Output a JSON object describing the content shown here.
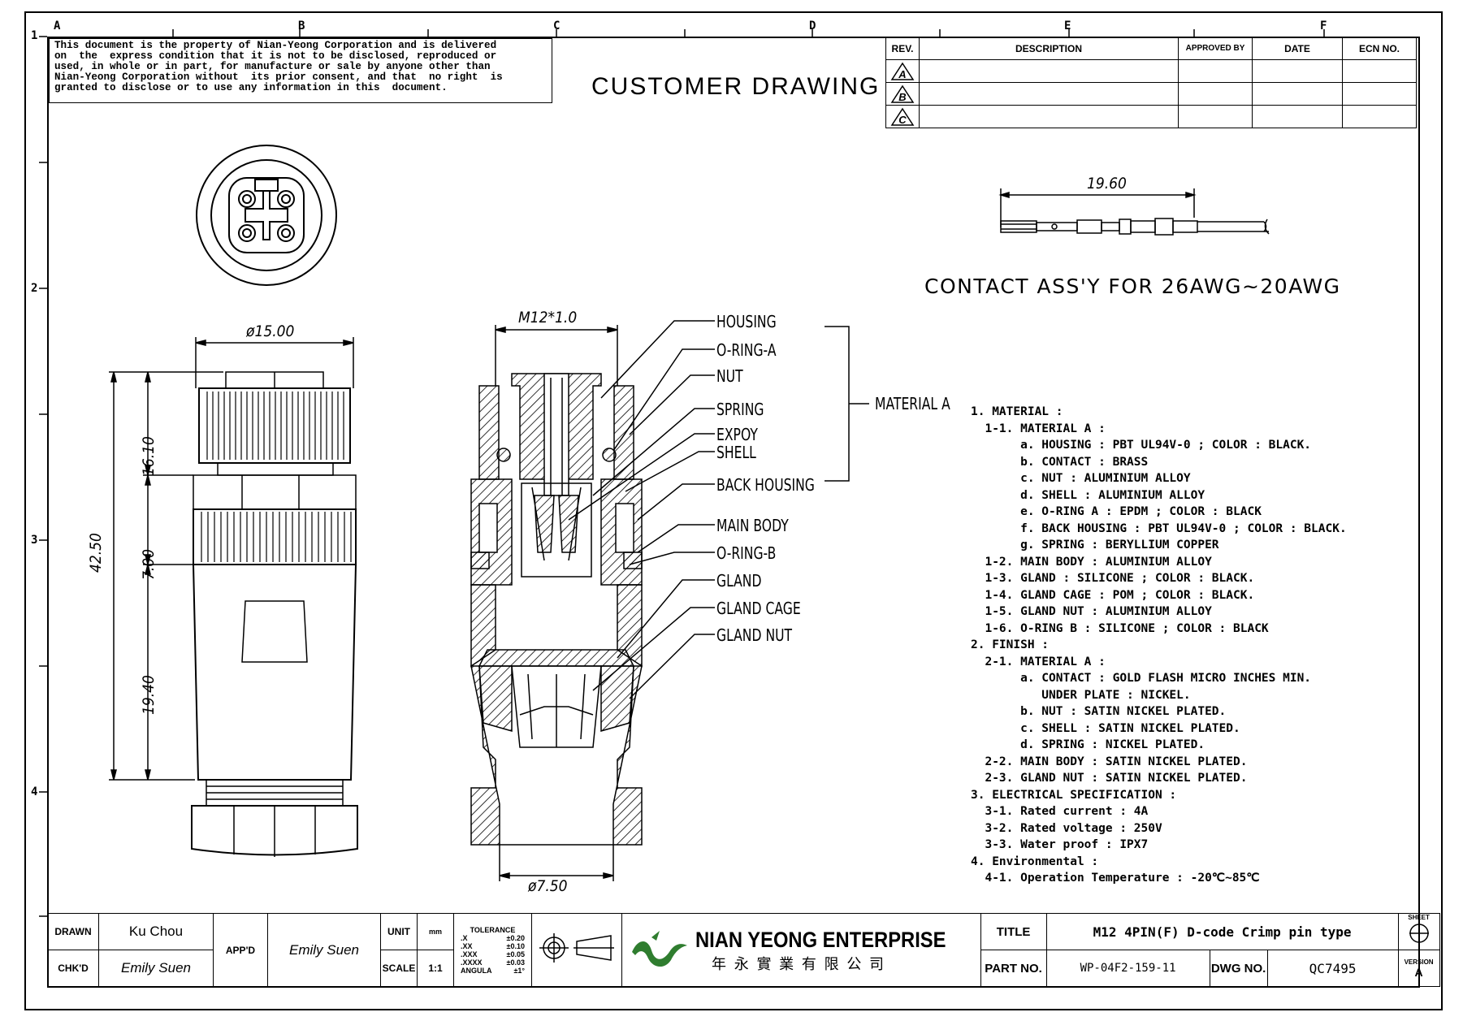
{
  "notice_lines": [
    "This document is the property of Nian-Yeong Corporation and is delivered",
    "on  the  express condition that it is not to be disclosed, reproduced or",
    "used, in whole or in part, for manufacture or sale by anyone other than",
    "Nian-Yeong Corporation without  its prior consent, and that  no right  is",
    "granted to disclose or to use any information in this  document."
  ],
  "drawing_title": "CUSTOMER  DRAWING",
  "zone_columns": [
    "A",
    "B",
    "C",
    "D",
    "E",
    "F"
  ],
  "zone_rows": [
    "1",
    "2",
    "3",
    "4"
  ],
  "revision_table": {
    "headers": [
      "REV.",
      "DESCRIPTION",
      "APPROVED BY",
      "DATE",
      "ECN NO."
    ],
    "revs": [
      "A",
      "B",
      "C"
    ]
  },
  "contact": {
    "dimension": "19.60",
    "title": "CONTACT  ASS'Y  FOR  26AWG~20AWG"
  },
  "side_view": {
    "diameter": "ø15.00",
    "overall_length": "42.50",
    "upper_length": "16.10",
    "middle_length": "7.00",
    "lower_length": "19.40"
  },
  "section_view": {
    "thread": "M12*1.0",
    "cable_diameter": "ø7.50",
    "callouts": [
      "HOUSING",
      "O-RING-A",
      "NUT",
      "SPRING",
      "EXPOY",
      "SHELL",
      "BACK HOUSING",
      "MAIN BODY",
      "O-RING-B",
      "GLAND",
      "GLAND CAGE",
      "GLAND NUT"
    ],
    "group_label": "MATERIAL A"
  },
  "notes": [
    "1. MATERIAL :",
    "  1-1. MATERIAL A :",
    "       a. HOUSING : PBT UL94V-0 ; COLOR : BLACK.",
    "       b. CONTACT : BRASS",
    "       c. NUT : ALUMINIUM ALLOY",
    "       d. SHELL : ALUMINIUM ALLOY",
    "       e. O-RING A : EPDM ; COLOR : BLACK",
    "       f. BACK HOUSING : PBT UL94V-0 ; COLOR : BLACK.",
    "       g. SPRING : BERYLLIUM COPPER",
    "  1-2. MAIN BODY : ALUMINIUM ALLOY",
    "  1-3. GLAND : SILICONE ; COLOR : BLACK.",
    "  1-4. GLAND CAGE : POM ; COLOR : BLACK.",
    "  1-5. GLAND NUT : ALUMINIUM ALLOY",
    "  1-6. O-RING B : SILICONE ; COLOR : BLACK",
    "2. FINISH :",
    "  2-1. MATERIAL A :",
    "       a. CONTACT : GOLD FLASH MICRO INCHES MIN.",
    "          UNDER PLATE : NICKEL.",
    "       b. NUT : SATIN NICKEL PLATED.",
    "       c. SHELL : SATIN NICKEL PLATED.",
    "       d. SPRING : NICKEL PLATED.",
    "  2-2. MAIN BODY : SATIN NICKEL PLATED.",
    "  2-3. GLAND NUT : SATIN NICKEL PLATED.",
    "3. ELECTRICAL SPECIFICATION :",
    "  3-1. Rated current : 4A",
    "  3-2. Rated voltage : 250V",
    "  3-3. Water proof : IPX7",
    "4. Environmental :",
    "  4-1. Operation Temperature : -20℃~85℃"
  ],
  "title_block": {
    "drawn_label": "DRAWN",
    "drawn_value": "Ku Chou",
    "chkd_label": "CHK'D",
    "chkd_value": "Emily Suen",
    "appd_label": "APP'D",
    "appd_value": "Emily Suen",
    "unit_label": "UNIT",
    "unit_value": "mm",
    "scale_label": "SCALE",
    "scale_value": "1:1",
    "tolerance_title": "TOLERANCE",
    "tolerances": [
      {
        "k": ".X",
        "v": "±0.20"
      },
      {
        "k": ".XX",
        "v": "±0.10"
      },
      {
        "k": ".XXX",
        "v": "±0.05"
      },
      {
        "k": ".XXXX",
        "v": "±0.03"
      },
      {
        "k": "ANGULA",
        "v": "±1°"
      }
    ],
    "company_en": "NIAN YEONG ENTERPRISE",
    "company_cn": "年 永 實 業 有 限 公 司",
    "title_label": "TITLE",
    "title_value": "M12  4PIN(F)  D-code  Crimp  pin  type",
    "partno_label": "PART NO.",
    "partno_value": "WP-04F2-159-11",
    "dwgno_label": "DWG NO.",
    "dwgno_value": "QC7495",
    "sheet_label": "SHEET",
    "version_label": "VERSION",
    "version_value": "A"
  }
}
